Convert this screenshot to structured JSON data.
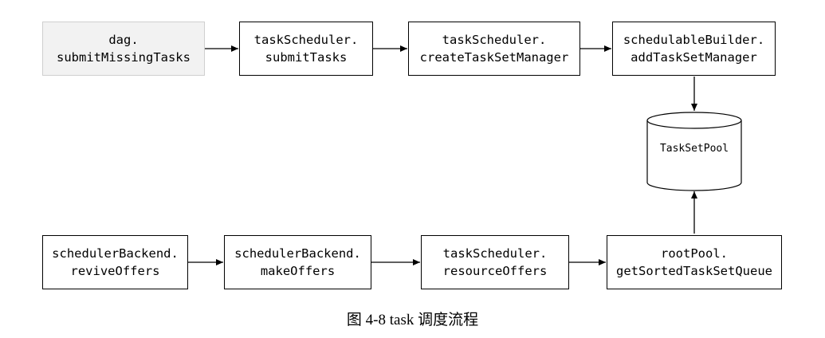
{
  "nodes": {
    "dag_submit": {
      "line1": "dag.",
      "line2": "submitMissingTasks"
    },
    "ts_submit": {
      "line1": "taskScheduler.",
      "line2": "submitTasks"
    },
    "ts_create": {
      "line1": "taskScheduler.",
      "line2": "createTaskSetManager"
    },
    "sb_add": {
      "line1": "schedulableBuilder.",
      "line2": "addTaskSetManager"
    },
    "pool": {
      "label": "TaskSetPool"
    },
    "be_revive": {
      "line1": "schedulerBackend.",
      "line2": "reviveOffers"
    },
    "be_make": {
      "line1": "schedulerBackend.",
      "line2": "makeOffers"
    },
    "ts_resource": {
      "line1": "taskScheduler.",
      "line2": "resourceOffers"
    },
    "root_sorted": {
      "line1": "rootPool.",
      "line2": "getSortedTaskSetQueue"
    }
  },
  "caption": "图 4-8 task 调度流程",
  "colors": {
    "stroke": "#000000",
    "start_fill": "#f2f2f2",
    "start_border": "#cfcfcf"
  }
}
